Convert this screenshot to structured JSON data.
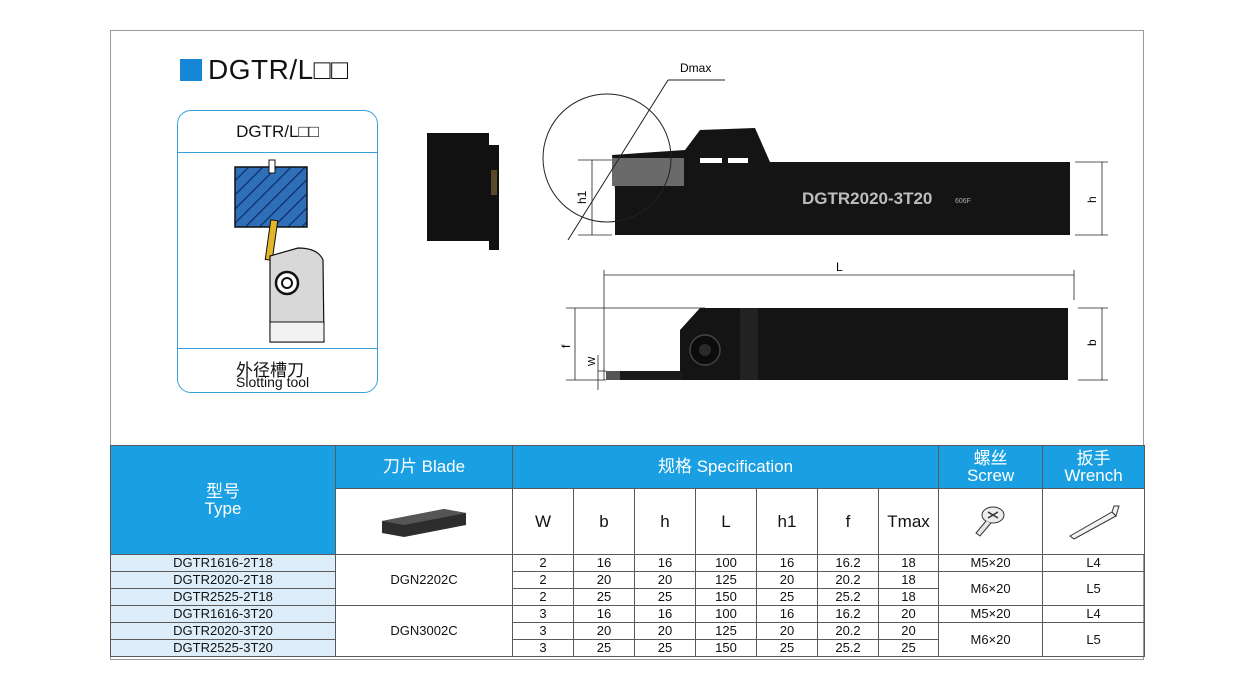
{
  "title": "DGTR/L□□",
  "card": {
    "header": "DGTR/L□□",
    "name_cn": "外径槽刀",
    "name_en": "Slotting tool"
  },
  "drawing": {
    "dmax_label": "Dmax",
    "h1_label": "h1",
    "h_label": "h",
    "L_label": "L",
    "b_label": "b",
    "f_label": "f",
    "w_label": "W",
    "body_marking": "DGTR2020-3T20",
    "body_small_marking": "606F"
  },
  "table": {
    "type_cn": "型号",
    "type_en": "Type",
    "blade_header": "刀片 Blade",
    "spec_header": "规格 Specification",
    "screw_cn": "螺丝",
    "screw_en": "Screw",
    "wrench_cn": "扳手",
    "wrench_en": "Wrench",
    "columns": [
      "W",
      "b",
      "h",
      "L",
      "h1",
      "f",
      "Tmax"
    ],
    "rows": [
      {
        "type": "DGTR1616-2T18",
        "W": "2",
        "b": "16",
        "h": "16",
        "L": "100",
        "h1": "16",
        "f": "16.2",
        "Tmax": "18"
      },
      {
        "type": "DGTR2020-2T18",
        "W": "2",
        "b": "20",
        "h": "20",
        "L": "125",
        "h1": "20",
        "f": "20.2",
        "Tmax": "18"
      },
      {
        "type": "DGTR2525-2T18",
        "W": "2",
        "b": "25",
        "h": "25",
        "L": "150",
        "h1": "25",
        "f": "25.2",
        "Tmax": "18"
      },
      {
        "type": "DGTR1616-3T20",
        "W": "3",
        "b": "16",
        "h": "16",
        "L": "100",
        "h1": "16",
        "f": "16.2",
        "Tmax": "20"
      },
      {
        "type": "DGTR2020-3T20",
        "W": "3",
        "b": "20",
        "h": "20",
        "L": "125",
        "h1": "20",
        "f": "20.2",
        "Tmax": "20"
      },
      {
        "type": "DGTR2525-3T20",
        "W": "3",
        "b": "25",
        "h": "25",
        "L": "150",
        "h1": "25",
        "f": "25.2",
        "Tmax": "25"
      }
    ],
    "blades": [
      "DGN2202C",
      "DGN3002C"
    ],
    "screws": [
      "M5×20",
      "M6×20",
      "M5×20",
      "M6×20"
    ],
    "wrenches": [
      "L4",
      "L5",
      "L4",
      "L5"
    ]
  }
}
